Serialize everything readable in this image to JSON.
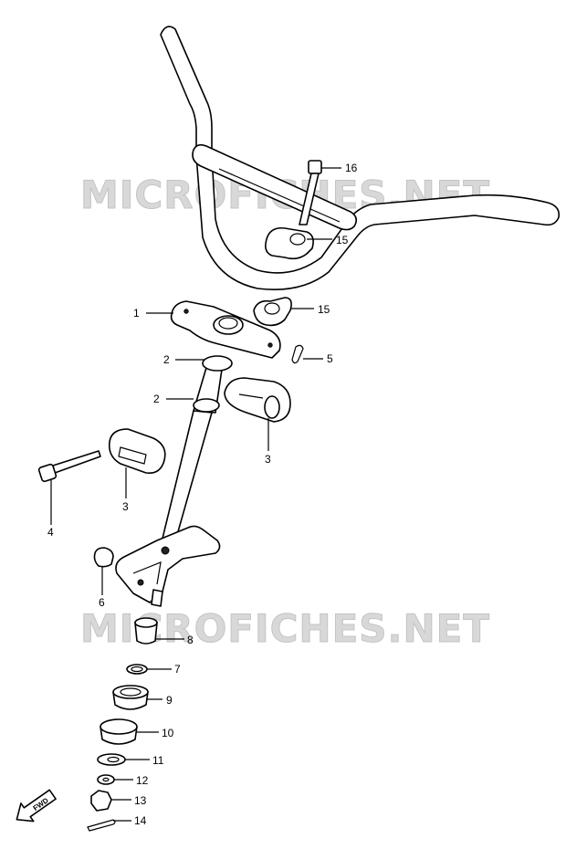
{
  "watermarks": [
    {
      "text": "MICROFICHES.NET"
    },
    {
      "text": "MICROFICHES.NET"
    }
  ],
  "callouts": [
    {
      "id": "c16",
      "label": "16"
    },
    {
      "id": "c15a",
      "label": "15"
    },
    {
      "id": "c15b",
      "label": "15"
    },
    {
      "id": "c1",
      "label": "1"
    },
    {
      "id": "c5",
      "label": "5"
    },
    {
      "id": "c2a",
      "label": "2"
    },
    {
      "id": "c2b",
      "label": "2"
    },
    {
      "id": "c3a",
      "label": "3"
    },
    {
      "id": "c3b",
      "label": "3"
    },
    {
      "id": "c4",
      "label": "4"
    },
    {
      "id": "c6",
      "label": "6"
    },
    {
      "id": "c8",
      "label": "8"
    },
    {
      "id": "c7",
      "label": "7"
    },
    {
      "id": "c9",
      "label": "9"
    },
    {
      "id": "c10",
      "label": "10"
    },
    {
      "id": "c11",
      "label": "11"
    },
    {
      "id": "c12",
      "label": "12"
    },
    {
      "id": "c13",
      "label": "13"
    },
    {
      "id": "c14",
      "label": "14"
    }
  ],
  "fwd_arrow": {
    "label": "FWD"
  }
}
